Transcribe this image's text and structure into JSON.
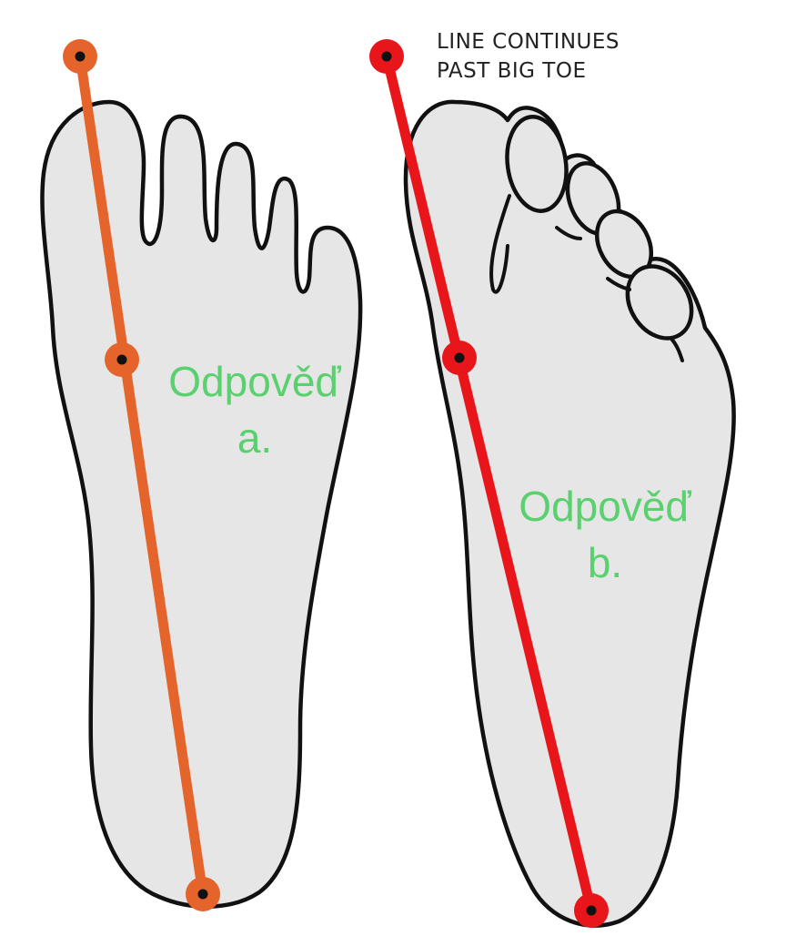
{
  "colors": {
    "background": "#ffffff",
    "foot_fill": "#e6e6e6",
    "outline": "#111111",
    "line_a": "#e4642b",
    "line_b": "#e8161a",
    "answer_text": "#5ad06e",
    "marker_dot": "#111111"
  },
  "feet": {
    "a": {
      "label_line1": "Odpověď",
      "label_line2": "a.",
      "marker_count": 3
    },
    "b": {
      "label_line1": "Odpověď",
      "label_line2": "b.",
      "marker_count": 3,
      "note_line1": "LINE CONTINUES",
      "note_line2": "PAST BIG TOE"
    }
  }
}
